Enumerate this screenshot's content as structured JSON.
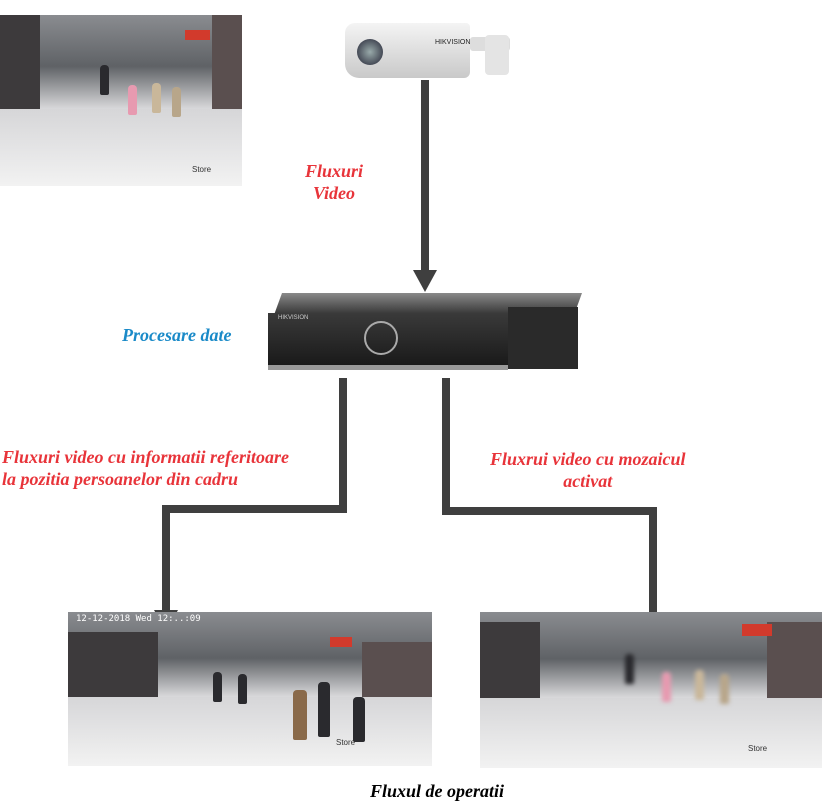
{
  "labels": {
    "video_streams": [
      "Fluxuri",
      "Video"
    ],
    "processing": "Procesare date",
    "left_branch": [
      "Fluxuri video cu informatii referitoare",
      "la pozitia persoanelor din cadru"
    ],
    "right_branch": [
      "Fluxrui video cu mozaicul",
      "activat"
    ],
    "caption": "Fluxul de operatii"
  },
  "images": {
    "camera_brand": "HIKVISION",
    "nvr_brand": "HIKVISION",
    "store_mark": "Store",
    "osd_timestamp": "12-12-2018 Wed 12:..:09"
  },
  "colors": {
    "red": "#e8343a",
    "blue": "#1a8ac8",
    "line": "#3f3f3f"
  }
}
